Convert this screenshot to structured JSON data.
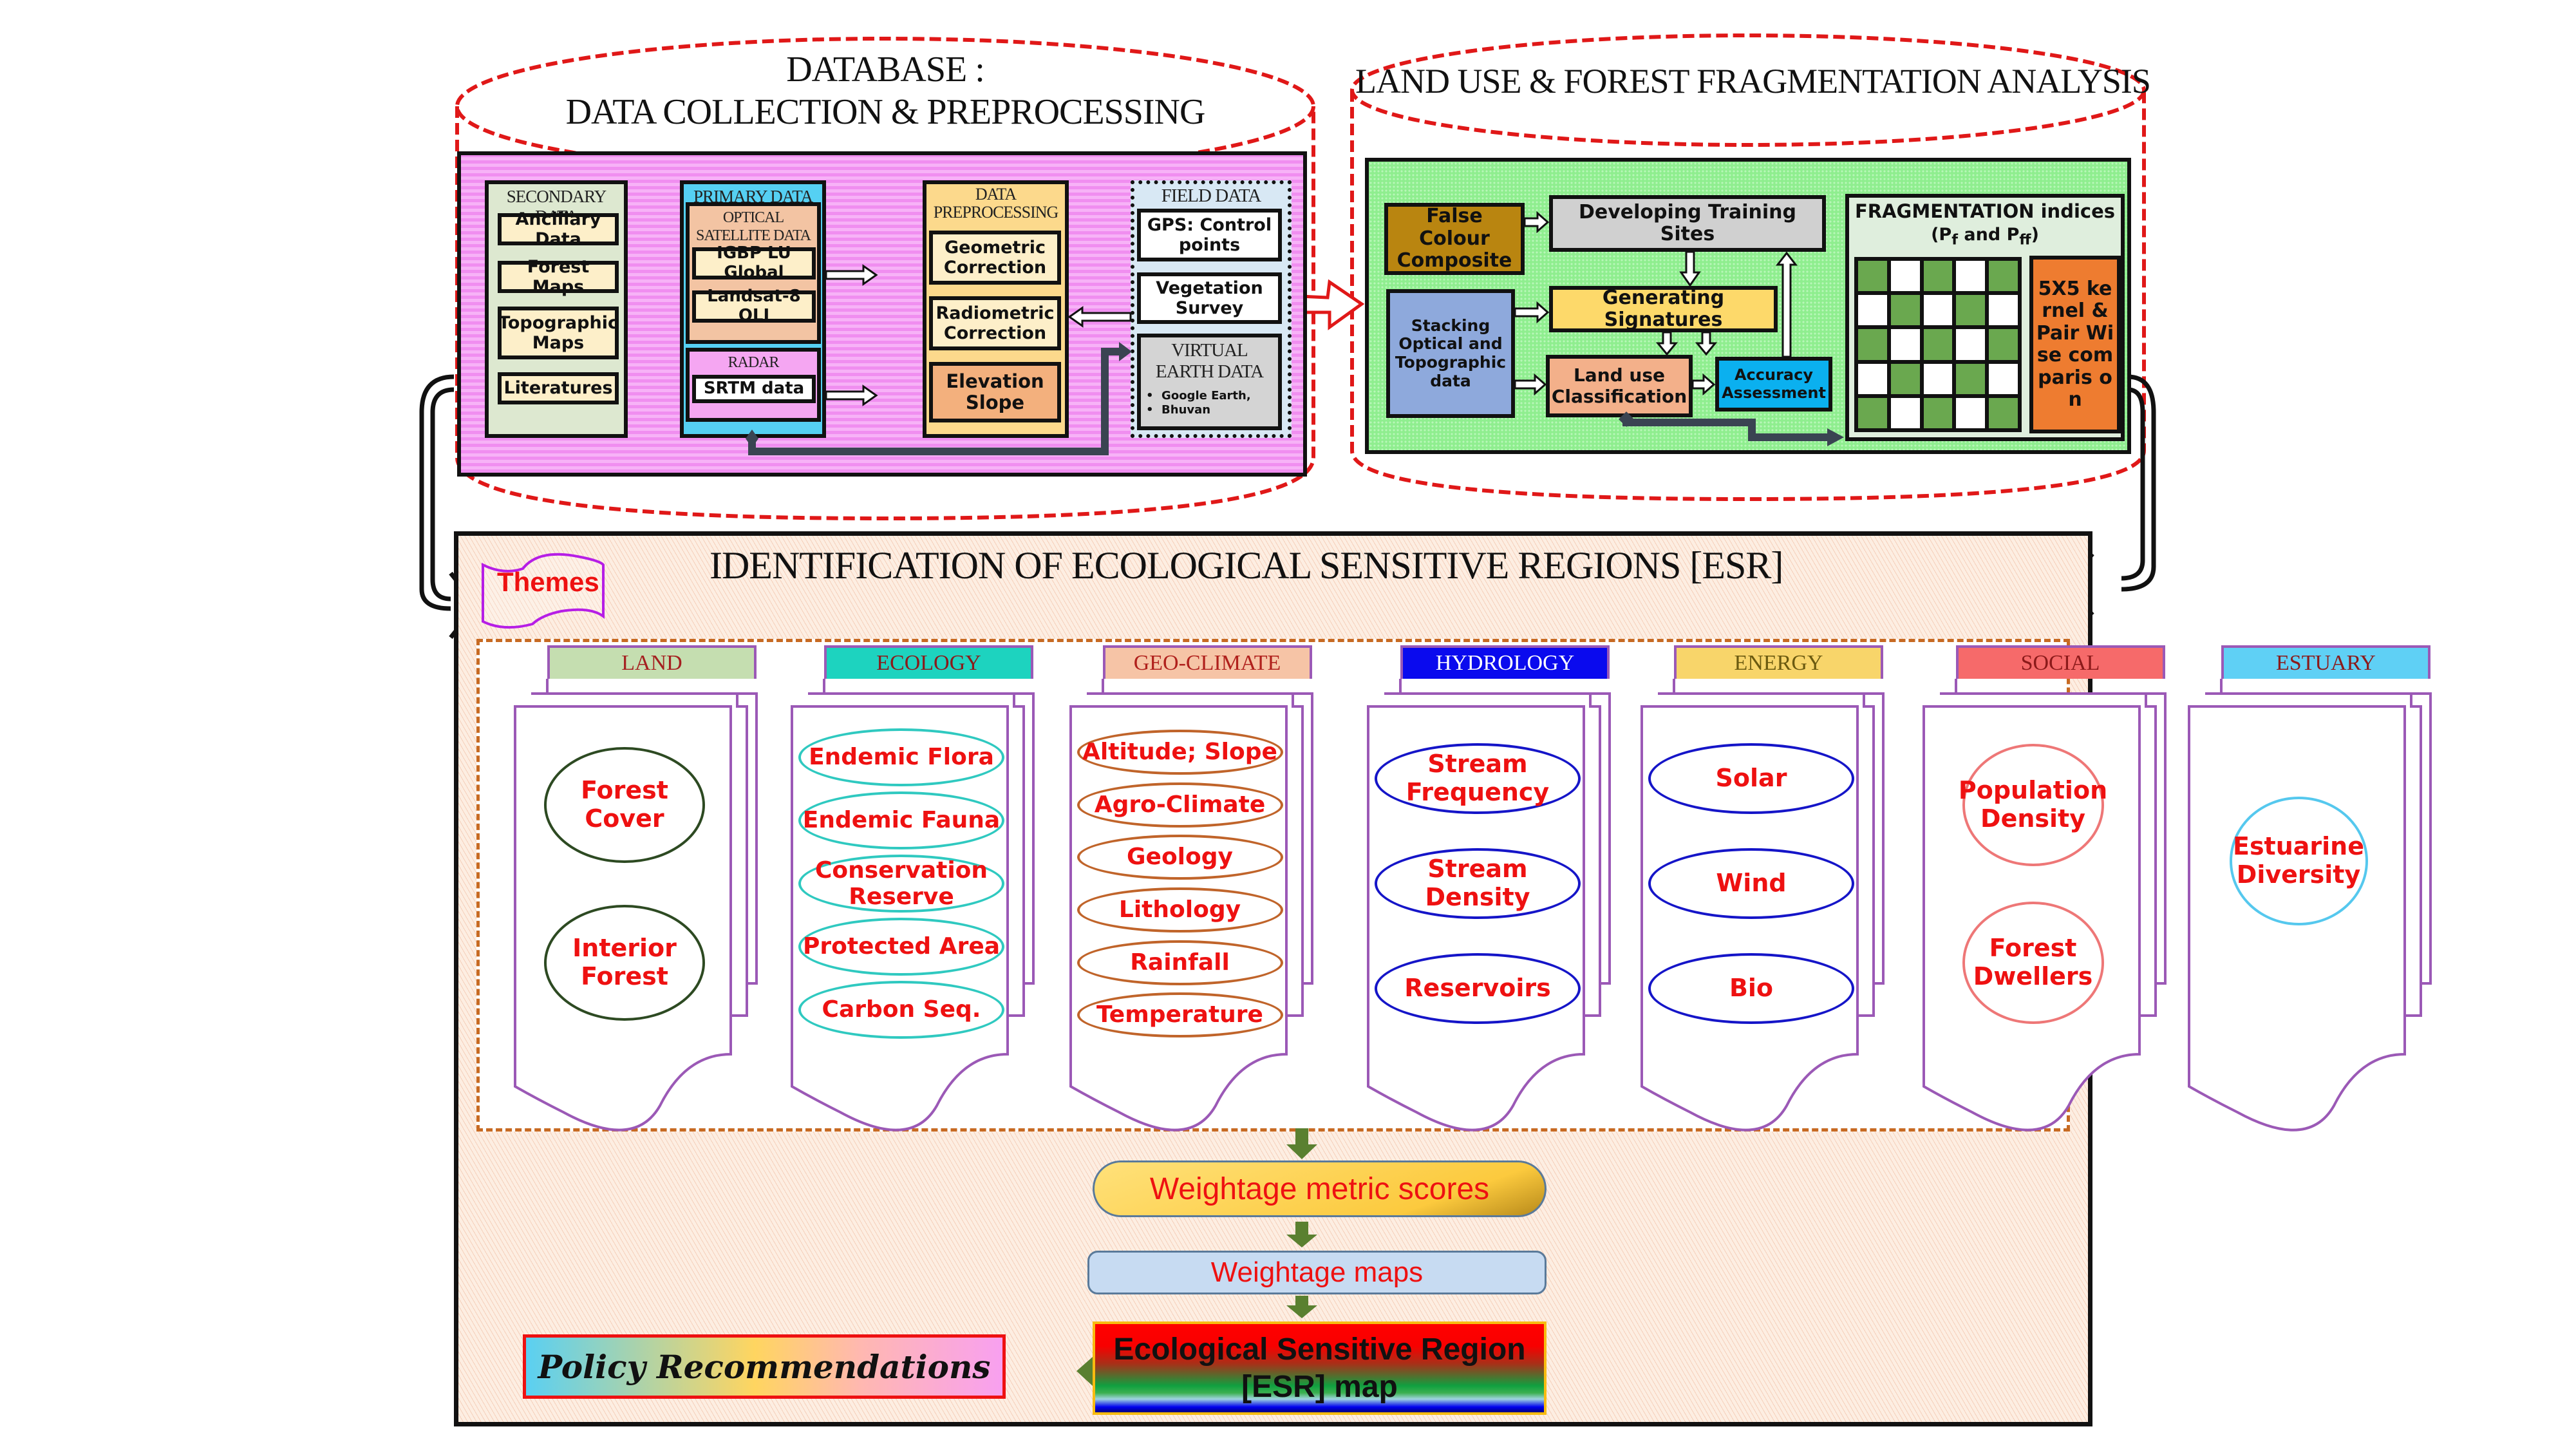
{
  "database": {
    "title_line1": "DATABASE :",
    "title_line2": "DATA COLLECTION  & PREPROCESSING",
    "secondary": {
      "label": "SECONDARY DATA",
      "items": [
        "Ancillary Data",
        "Forest Maps",
        "Topographic Maps",
        "Literatures"
      ]
    },
    "primary": {
      "label": "PRIMARY DATA",
      "optical_label": "OPTICAL SATELLITE DATA",
      "optical_items": [
        "IGBP LU Global",
        "Landsat-8 OLI"
      ],
      "radar_label": "RADAR",
      "radar_items": [
        "SRTM data"
      ]
    },
    "preprocessing": {
      "label": "DATA PREPROCESSING",
      "items": [
        "Geometric Correction",
        "Radiometric Correction",
        "Elevation Slope"
      ]
    },
    "field": {
      "label": "FIELD DATA",
      "items": [
        "GPS: Control points",
        "Vegetation Survey"
      ],
      "virtual_label": "VIRTUAL EARTH DATA",
      "virtual_items": [
        "Google Earth,",
        "Bhuvan"
      ]
    }
  },
  "landuse": {
    "title": "LAND USE & FOREST FRAGMENTATION ANALYSIS",
    "fcc": "False Colour Composite",
    "training": "Developing Training Sites",
    "stacking": "Stacking Optical and Topographic data",
    "signatures": "Generating Signatures",
    "classification": "Land use Classification",
    "accuracy": "Accuracy Assessment",
    "fragmentation_title": "FRAGMENTATION indices",
    "fragmentation_sub": "(Pf and Pff)",
    "kernel": "5X5 kernel & Pair Wise comparis on",
    "grid_pattern": [
      [
        1,
        0,
        1,
        0,
        1
      ],
      [
        0,
        1,
        0,
        1,
        0
      ],
      [
        1,
        0,
        1,
        0,
        1
      ],
      [
        0,
        1,
        0,
        1,
        0
      ],
      [
        1,
        0,
        1,
        0,
        1
      ]
    ]
  },
  "esr": {
    "title": "IDENTIFICATION OF ECOLOGICAL SENSITIVE REGIONS [ESR]",
    "themes_label": "Themes",
    "themes": [
      {
        "name": "LAND",
        "tab_bg": "#c5deb0",
        "tab_fg": "#a52020",
        "oval_color": "#2d4a22",
        "items": [
          "Forest Cover",
          "Interior Forest"
        ]
      },
      {
        "name": "ECOLOGY",
        "tab_bg": "#1dd3bf",
        "tab_fg": "#8b1a1a",
        "oval_color": "#2fc9c0",
        "items": [
          "Endemic Flora",
          "Endemic Fauna",
          "Conservation Reserve",
          "Protected Area",
          "Carbon Seq."
        ]
      },
      {
        "name": "GEO-CLIMATE",
        "tab_bg": "#f6c4a6",
        "tab_fg": "#b0201c",
        "oval_color": "#c0642a",
        "items": [
          "Altitude; Slope",
          "Agro-Climate",
          "Geology",
          "Lithology",
          "Rainfall",
          "Temperature"
        ]
      },
      {
        "name": "HYDROLOGY",
        "tab_bg": "#0a0aee",
        "tab_fg": "#ffffff",
        "oval_color": "#1515c8",
        "items": [
          "Stream Frequency",
          "Stream Density",
          "Reservoirs"
        ]
      },
      {
        "name": "ENERGY",
        "tab_bg": "#f8d56a",
        "tab_fg": "#6b5a10",
        "oval_color": "#1515c8",
        "items": [
          "Solar",
          "Wind",
          "Bio"
        ]
      },
      {
        "name": "SOCIAL",
        "tab_bg": "#f66a6a",
        "tab_fg": "#8b1a1a",
        "oval_color": "#ee7777",
        "items": [
          "Population Density",
          "Forest Dwellers"
        ]
      },
      {
        "name": "ESTUARY",
        "tab_bg": "#5fd0f5",
        "tab_fg": "#8b1a1a",
        "oval_color": "#55c8ee",
        "items": [
          "Estuarine Diversity"
        ]
      }
    ],
    "weightage_scores": "Weightage metric scores",
    "weightage_maps": "Weightage maps",
    "esr_map_line1": "Ecological Sensitive Region",
    "esr_map_line2": "[ESR] map",
    "policy": "Policy Recommendations"
  }
}
